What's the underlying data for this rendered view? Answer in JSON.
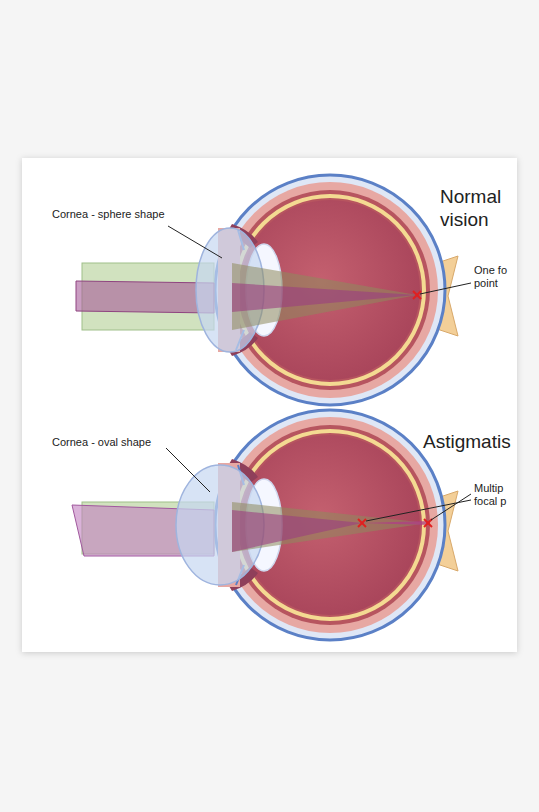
{
  "diagram": {
    "labels": [
      "Cornea - sphere shape",
      "Normal vision",
      "One fo point",
      "Cornea - oval shape",
      "Astigmatis",
      "Multip focal p"
    ]
  }
}
